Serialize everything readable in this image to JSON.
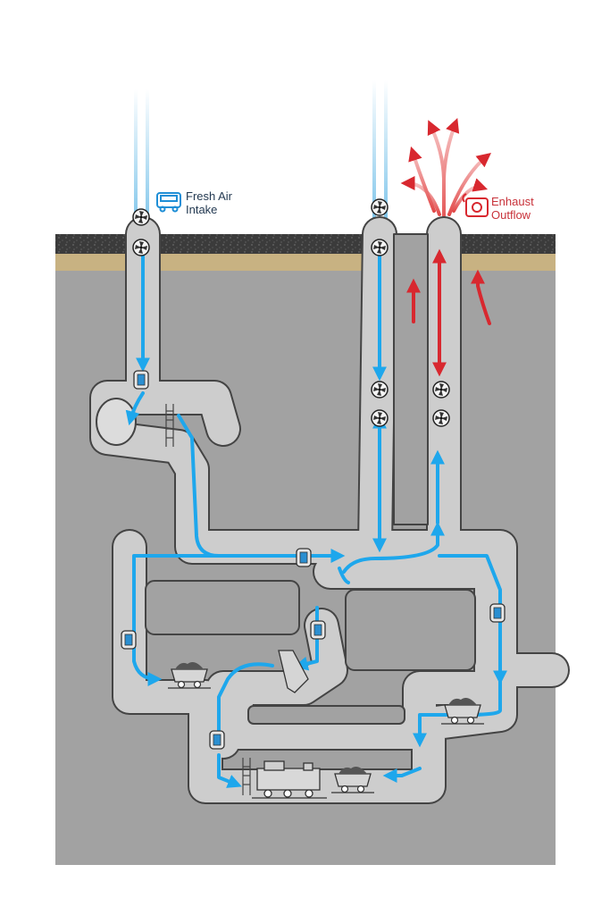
{
  "labels": {
    "fresh_air": {
      "line1": "Fresh Air",
      "line2": "Intake"
    },
    "exhaust": {
      "line1": "Enhaust",
      "line2": "Outflow"
    }
  },
  "icons": {
    "fresh_air_icon": "truck-icon",
    "exhaust_icon": "exhaust-fan-icon",
    "fan": "fan-icon",
    "door": "ventilation-door-icon",
    "cart": "mine-cart-icon",
    "locomotive": "mine-locomotive-icon",
    "ladder": "ladder-icon"
  },
  "colors": {
    "fresh_air": "#1ea7ec",
    "exhaust": "#d8282f",
    "rock": "#a2a2a2",
    "soil": "#c8b282",
    "surface": "#3a3a3a",
    "tunnel": "#cdcdcd"
  }
}
